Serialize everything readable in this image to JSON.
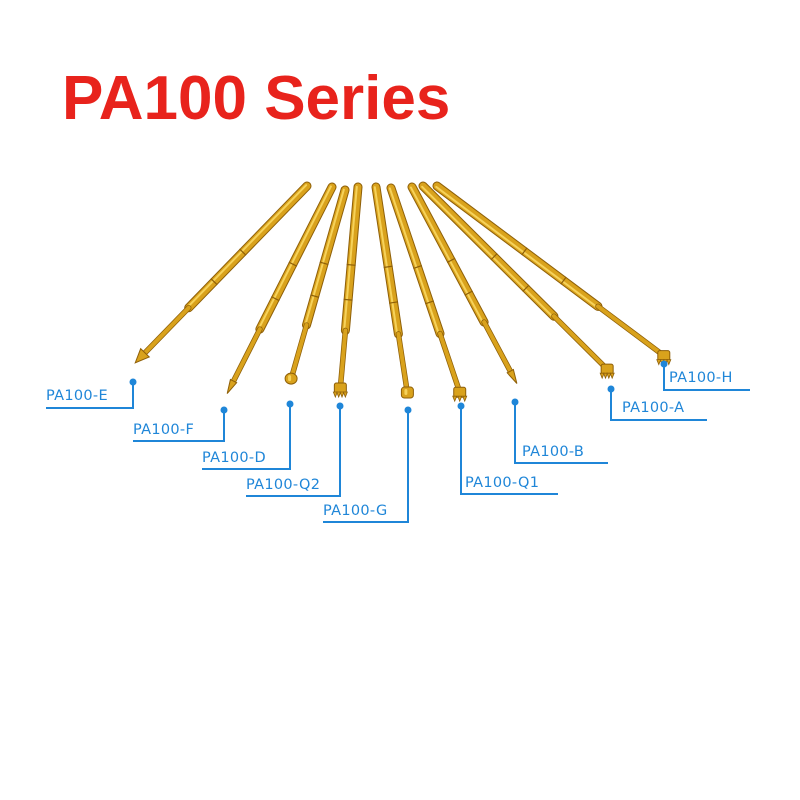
{
  "title": "PA100 Series",
  "colors": {
    "title": "#e8231c",
    "label": "#1f86d8",
    "pin_light": "#f6d25a",
    "pin_mid": "#d9a21c",
    "pin_dark": "#8e5f08",
    "background": "#ffffff"
  },
  "pins": [
    {
      "label": "PA100-E",
      "tip": "pointed-crown-tip"
    },
    {
      "label": "PA100-F",
      "tip": "needle-tip"
    },
    {
      "label": "PA100-D",
      "tip": "round-head-tip"
    },
    {
      "label": "PA100-Q2",
      "tip": "four-claw-crown-tip"
    },
    {
      "label": "PA100-G",
      "tip": "flat-head-tip"
    },
    {
      "label": "PA100-Q1",
      "tip": "three-claw-tip"
    },
    {
      "label": "PA100-B",
      "tip": "sharp-point-tip"
    },
    {
      "label": "PA100-A",
      "tip": "cup-tip"
    },
    {
      "label": "PA100-H",
      "tip": "crown-cup-tip"
    }
  ]
}
